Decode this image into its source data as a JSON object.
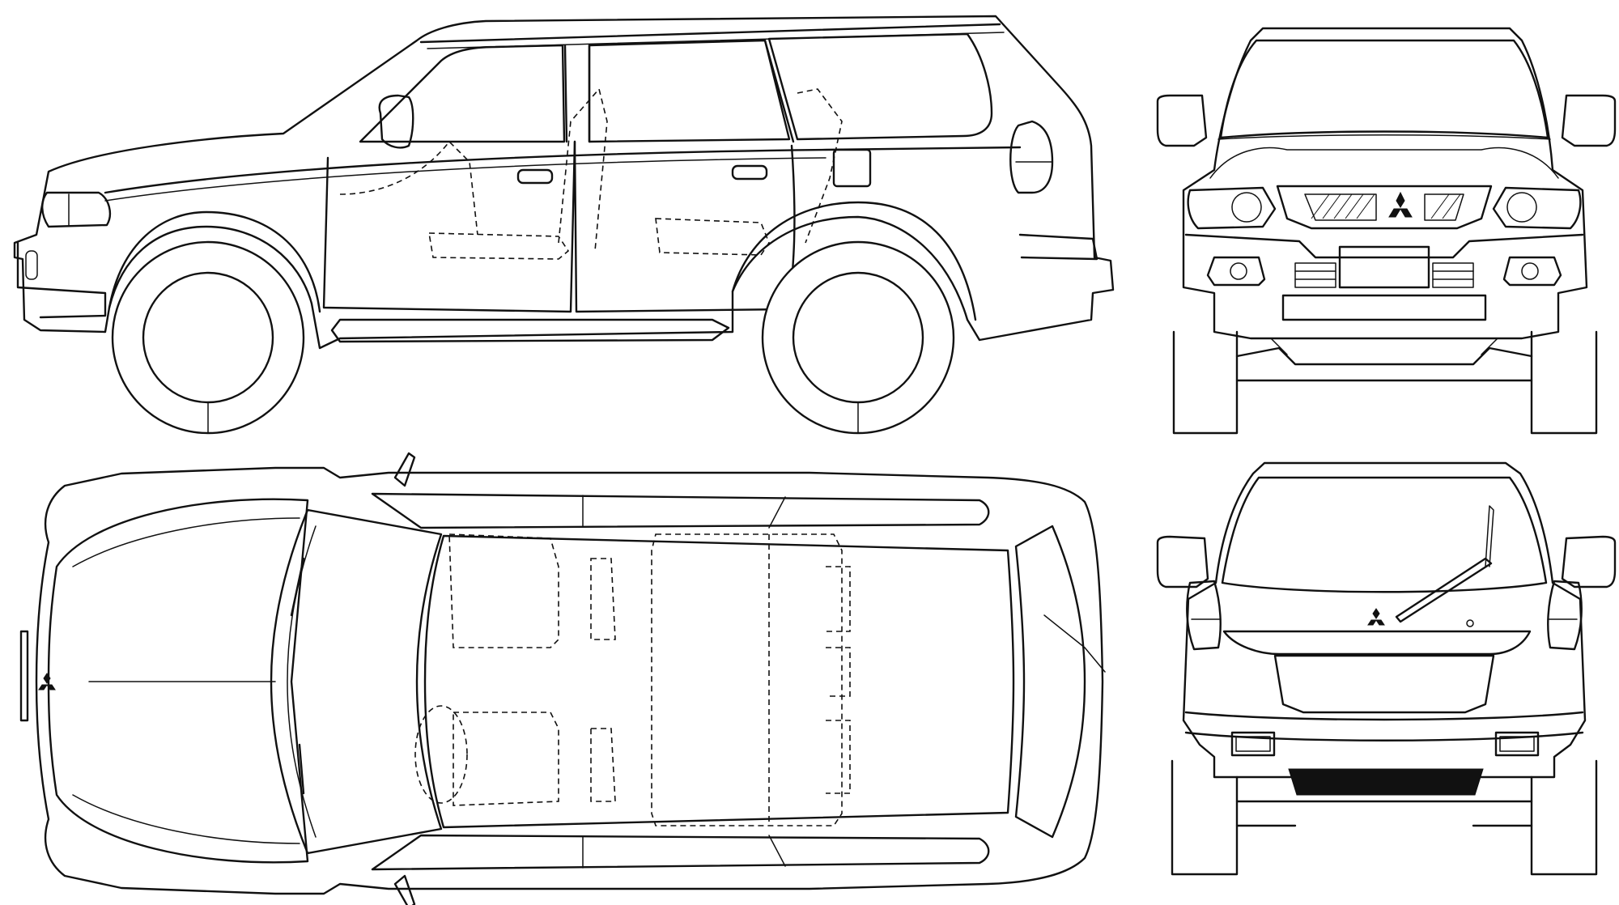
{
  "views": [
    {
      "id": "side",
      "label": ""
    },
    {
      "id": "front",
      "label": ""
    },
    {
      "id": "top",
      "label": ""
    },
    {
      "id": "rear",
      "label": ""
    }
  ],
  "brand_emblem_icon": "three-diamond-emblem-icon",
  "colors": {
    "line": "#111111",
    "background": "#ffffff"
  }
}
